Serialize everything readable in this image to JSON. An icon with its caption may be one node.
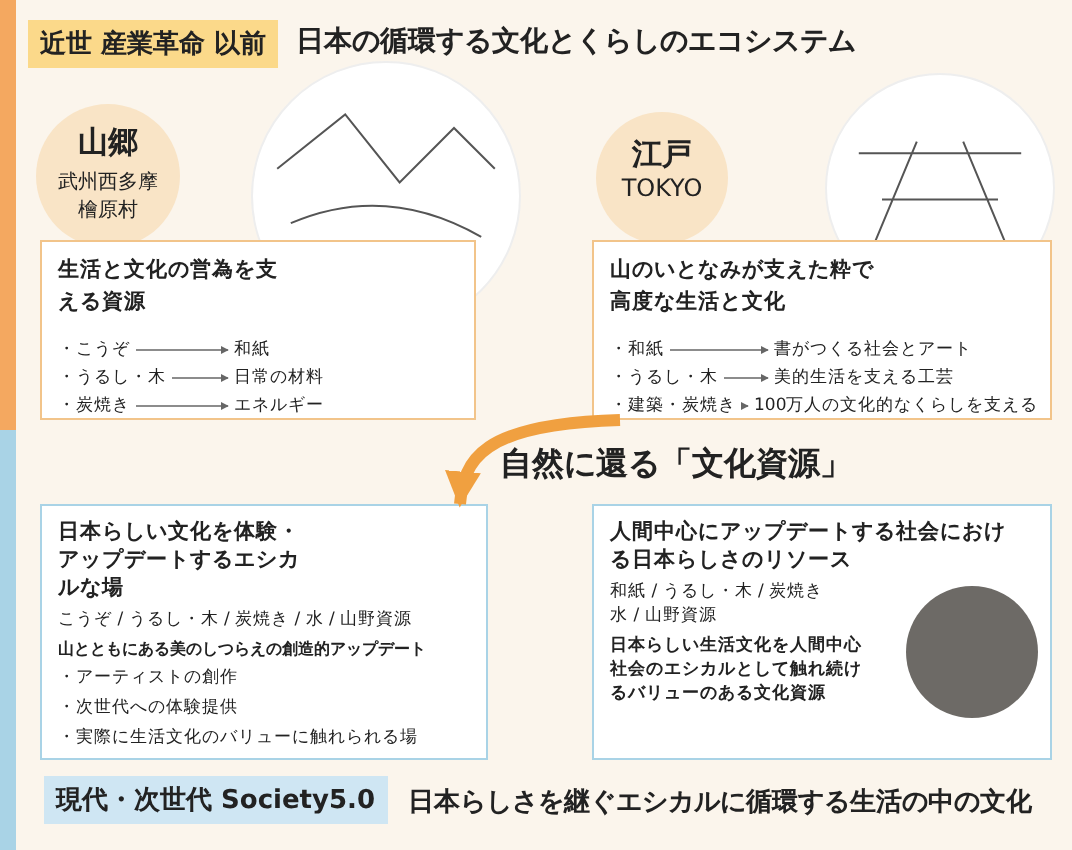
{
  "diagram": {
    "title": "日本の循環する文化とくらしのエコシステム",
    "caption": "日本らしさを継ぐエシカルに循環する生活の中の文化",
    "nodes": [
      {
        "text": [
          "近世 産業革命 以前"
        ]
      },
      {
        "text": [
          "山郷",
          "武州西多摩檜原村"
        ]
      },
      {
        "text": [
          "江戸",
          "TOKYO"
        ]
      },
      {
        "text": [
          "生活と文化の営為を支える資源"
        ]
      },
      {
        "text": [
          "・こうぞ"
        ],
        "in": 3
      },
      {
        "text": [
          "和紙"
        ],
        "in": 3
      },
      {
        "text": [
          "・うるし・木"
        ],
        "in": 3
      },
      {
        "text": [
          "日常の材料"
        ],
        "in": 3
      },
      {
        "text": [
          "・炭焼き"
        ],
        "in": 3
      },
      {
        "text": [
          "エネルギー"
        ],
        "in": 3
      },
      {
        "text": [
          "山のいとなみが支えた粋で高度な生活と文化"
        ]
      },
      {
        "text": [
          "・和紙"
        ],
        "in": 10
      },
      {
        "text": [
          "書がつくる社会とアート"
        ],
        "in": 10
      },
      {
        "text": [
          "・うるし・木"
        ],
        "in": 10
      },
      {
        "text": [
          "美的生活を支える工芸"
        ],
        "in": 10
      },
      {
        "text": [
          "・建築・炭焼き"
        ],
        "in": 10
      },
      {
        "text": [
          "100万人の文化的なくらしを支える"
        ],
        "in": 10
      },
      {
        "text": [
          "日本らしい文化を体験・アップデートするエシカルな場",
          "こうぞ / うるし・木 / 炭焼き / 水 / 山野資源",
          "山とともにある美のしつらえの創造的アップデート",
          "・アーティストの創作",
          "・次世代への体験提供",
          "・実際に生活文化のバリューに触れられる場"
        ]
      },
      {
        "text": [
          "人間中心にアップデートする社会における日本らしさのリソース",
          "和紙 / うるし・木 / 炭焼き水 / 山野資源",
          "日本らしい生活文化を人間中心社会のエシカルとして触れ続けるバリューのある文化資源"
        ]
      },
      {
        "text": [],
        "shape": "circle",
        "in": 18
      },
      {
        "text": [
          "現代・次世代 Society5.0"
        ]
      }
    ],
    "edges": [
      {
        "from": 4,
        "to": 5,
        "arrow": "to"
      },
      {
        "from": 6,
        "to": 7,
        "arrow": "to"
      },
      {
        "from": 8,
        "to": 9,
        "arrow": "to"
      },
      {
        "from": 11,
        "to": 12,
        "arrow": "to"
      },
      {
        "from": 13,
        "to": 14,
        "arrow": "to"
      },
      {
        "from": 15,
        "to": 16,
        "arrow": "to"
      },
      {
        "from": 10,
        "to": 17,
        "arrow": "to",
        "style": "thick",
        "color": "#f0a040"
      }
    ],
    "labels": [
      "自然に還る「文化資源」"
    ]
  }
}
